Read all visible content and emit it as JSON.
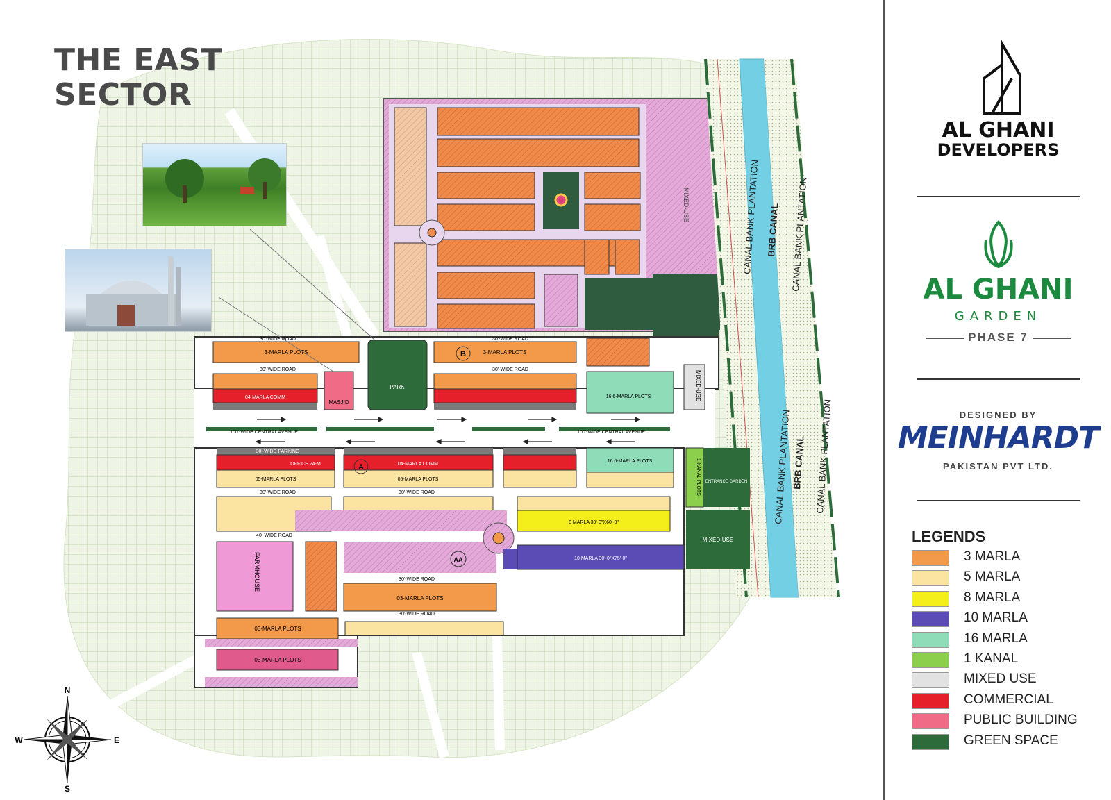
{
  "title": {
    "line1": "THE EAST",
    "line2": "SECTOR"
  },
  "brand": {
    "developer_line1": "AL GHANI",
    "developer_line2": "DEVELOPERS",
    "project_line1": "AL GHANI",
    "project_line2": "GARDEN",
    "phase": "PHASE 7",
    "designed_by": "DESIGNED BY",
    "designer": "MEINHARDT",
    "designer_sub": "PAKISTAN PVT LTD."
  },
  "legend": {
    "title": "LEGENDS",
    "items": [
      {
        "label": "3 MARLA",
        "color": "#f2994a"
      },
      {
        "label": "5 MARLA",
        "color": "#fbe3a1"
      },
      {
        "label": "8 MARLA",
        "color": "#f4ef1a"
      },
      {
        "label": "10 MARLA",
        "color": "#5b4bb5"
      },
      {
        "label": "16 MARLA",
        "color": "#8fdcb8"
      },
      {
        "label": "1 KANAL",
        "color": "#8ccf4d"
      },
      {
        "label": "MIXED USE",
        "color": "#e2e2e2"
      },
      {
        "label": "COMMERCIAL",
        "color": "#e5202a"
      },
      {
        "label": "PUBLIC BUILDING",
        "color": "#ef6b86"
      },
      {
        "label": "GREEN SPACE",
        "color": "#2d6b3a"
      }
    ]
  },
  "compass": {
    "n": "N",
    "s": "S",
    "e": "E",
    "w": "W"
  },
  "map_labels": {
    "park": "PARK",
    "masjid": "MASJID",
    "farmhouse": "FARMHOUSE",
    "mixed_use": "MIXED-USE",
    "brb_canal": "BRB CANAL",
    "canal_bank_plantation": "CANAL BANK PLANTATION",
    "central_avenue": "100'-WIDE CENTRAL AVENUE",
    "road_30": "30'-WIDE ROAD",
    "road_40": "40'-WIDE ROAD",
    "parking_30": "30'-WIDE PARKING",
    "three_marla_plots": "3-MARLA PLOTS",
    "three_marla_plots_b": "03-MARLA PLOTS",
    "five_marla_plots": "05-MARLA PLOTS",
    "comm_4m": "04-MARLA COMM",
    "sixteen_marla": "16.6-MARLA PLOTS",
    "eight_marla": "8 MARLA 30'-0\"X60'-0\"",
    "ten_marla": "10 MARLA 30'-0\"X75'-0\"",
    "office": "OFFICE 24-M",
    "one_kanal": "1-KANAL PLOTS",
    "entrance_garden": "ENTRANCE GARDEN",
    "block_a": "A",
    "block_b": "B",
    "block_aa": "AA"
  }
}
